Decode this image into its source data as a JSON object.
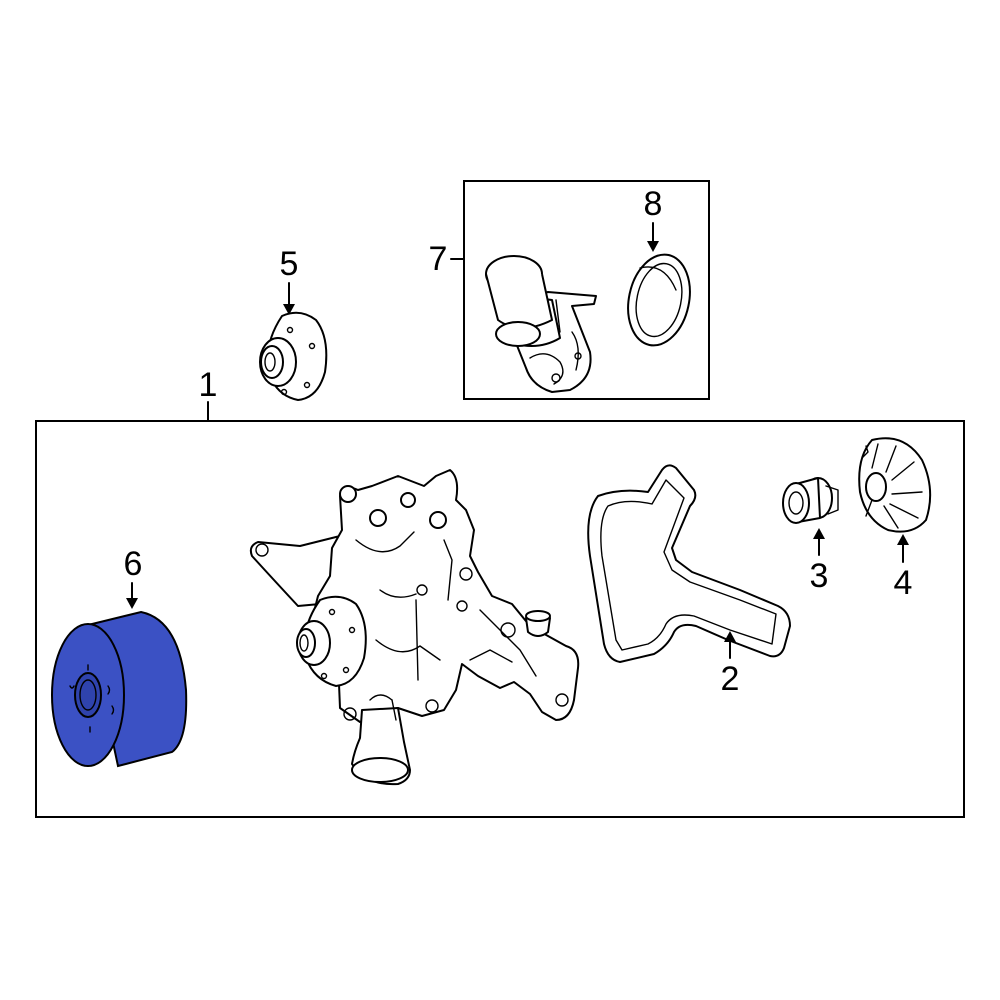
{
  "callouts": {
    "c1": "1",
    "c2": "2",
    "c3": "3",
    "c4": "4",
    "c5": "5",
    "c6": "6",
    "c7": "7",
    "c8": "8"
  },
  "highlight_color": "#3b51c4",
  "highlighted_part": "6"
}
